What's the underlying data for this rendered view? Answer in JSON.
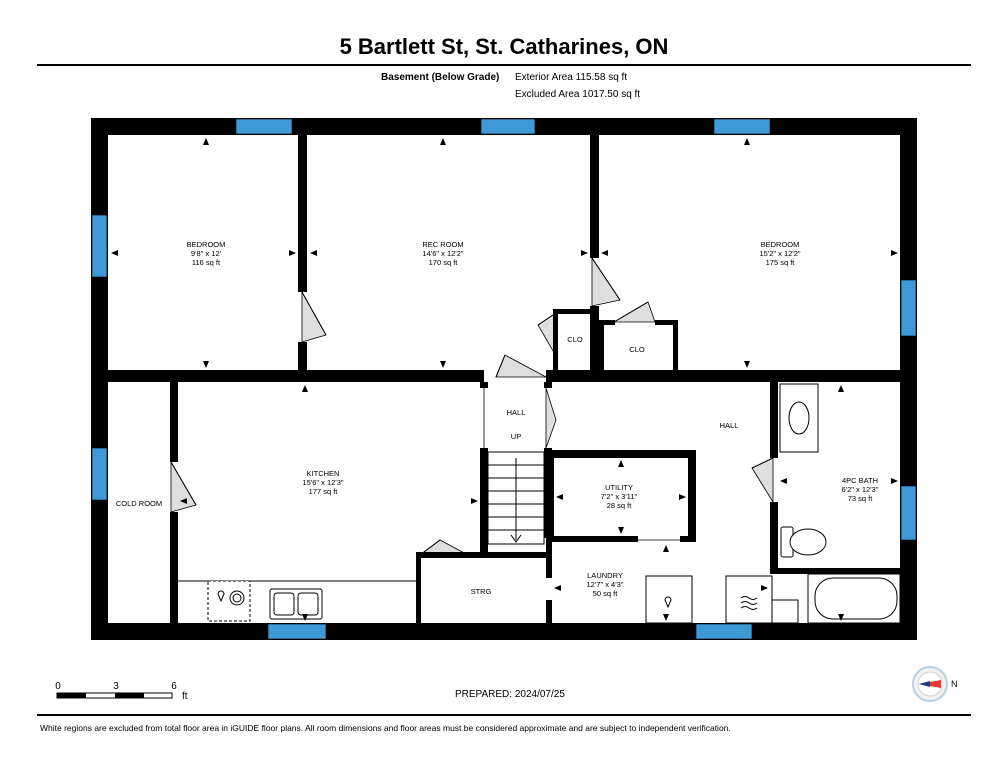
{
  "header": {
    "title": "5 Bartlett St, St. Catharines, ON",
    "floor_label": "Basement (Below Grade)",
    "exterior_area": "Exterior Area 115.58 sq ft",
    "excluded_area": "Excluded Area 1017.50 sq ft"
  },
  "rooms": {
    "bedroom_left": {
      "name": "BEDROOM",
      "dims": "9'8\" x 12'",
      "area": "116 sq ft"
    },
    "rec_room": {
      "name": "REC ROOM",
      "dims": "14'6\" x 12'2\"",
      "area": "170 sq ft"
    },
    "bedroom_right": {
      "name": "BEDROOM",
      "dims": "15'2\" x 12'2\"",
      "area": "175 sq ft"
    },
    "clo_left": {
      "name": "CLO"
    },
    "clo_right": {
      "name": "CLO"
    },
    "hall_stair": {
      "name": "HALL"
    },
    "stair_up": {
      "name": "UP"
    },
    "hall_main": {
      "name": "HALL"
    },
    "kitchen": {
      "name": "KITCHEN",
      "dims": "15'6\" x 12'3\"",
      "area": "177 sq ft"
    },
    "cold_room": {
      "name": "COLD ROOM"
    },
    "utility": {
      "name": "UTILITY",
      "dims": "7'2\" x 3'11\"",
      "area": "28 sq ft"
    },
    "bath": {
      "name": "4PC BATH",
      "dims": "6'2\" x 12'3\"",
      "area": "73 sq ft"
    },
    "laundry": {
      "name": "LAUNDRY",
      "dims": "12'7\" x 4'3\"",
      "area": "50 sq ft"
    },
    "strg": {
      "name": "STRG"
    }
  },
  "scale": {
    "t0": "0",
    "t1": "3",
    "t2": "6",
    "unit": "ft"
  },
  "compass": {
    "label": "N"
  },
  "prepared": "PREPARED: 2024/07/25",
  "footer": "White regions are excluded from total floor area in iGUIDE floor plans. All room dimensions and floor areas must be considered approximate and are subject to independent verification.",
  "colors": {
    "wall": "#000000",
    "window": "#3d9ad6",
    "door_swing": "#dedede",
    "compass_red": "#e53935"
  }
}
